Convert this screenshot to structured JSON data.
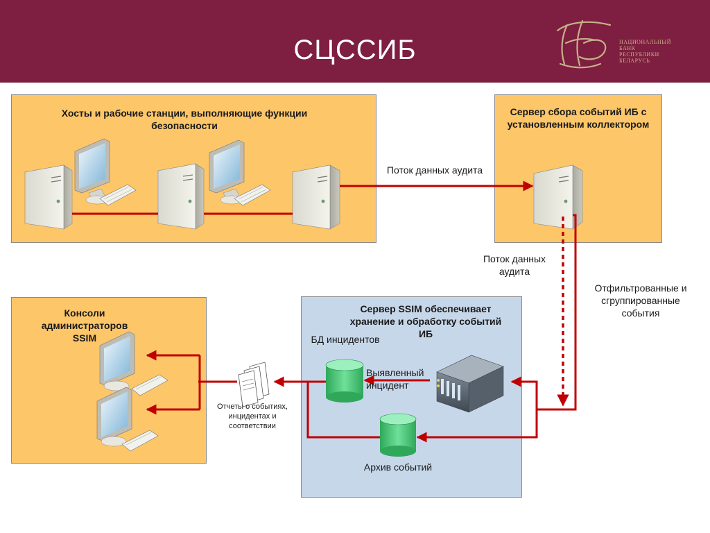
{
  "header": {
    "title": "СЦССИБ",
    "logo_lines": [
      "НАЦИОНАЛЬНЫЙ",
      "БАНК",
      "РЕСПУБЛИКИ",
      "БЕЛАРУСЬ"
    ]
  },
  "hosts_box": {
    "label": "Хосты и рабочие станции, выполняющие функции безопасности"
  },
  "collector_box": {
    "label": "Сервер сбора событий ИБ с установленным коллектором"
  },
  "consoles_box": {
    "label": "Консоли администраторов SSIM"
  },
  "ssim_box": {
    "label": "Сервер SSIM обеспечивает хранение и обработку событий ИБ",
    "db_label": "БД инцидентов",
    "incident_label": "Выявленный инцидент",
    "archive_label": "Архив событий"
  },
  "flows": {
    "audit_flow_top": "Поток данных аудита",
    "audit_flow_side": "Поток данных аудита",
    "filtered_events": "Отфильтрованные и сгруппированные события",
    "reports": "Отчеты о событиях, инцидентах и соответствии"
  },
  "colors": {
    "header_bg": "#7e1e40",
    "box_yellow": "#fcc669",
    "box_blue": "#c7d7ea",
    "arrow_red": "#c00000",
    "db_green": "#4ec97a"
  }
}
